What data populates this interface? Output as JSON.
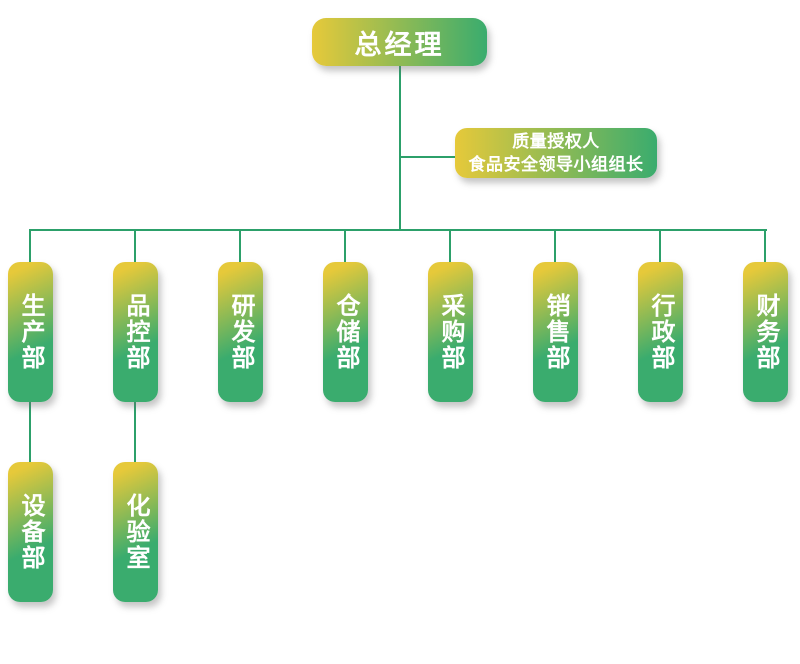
{
  "colors": {
    "line": "#2ca06a",
    "grad_start": "#e6c93a",
    "grad_end": "#3aac6e",
    "text": "#ffffff"
  },
  "org": {
    "root_label": "总经理",
    "advisor_line1": "质量授权人",
    "advisor_line2": "食品安全领导小组组长",
    "departments": [
      {
        "label": "生产部"
      },
      {
        "label": "品控部"
      },
      {
        "label": "研发部"
      },
      {
        "label": "仓储部"
      },
      {
        "label": "采购部"
      },
      {
        "label": "销售部"
      },
      {
        "label": "行政部"
      },
      {
        "label": "财务部"
      }
    ],
    "sub_departments": [
      {
        "label": "设备部",
        "parent": "生产部"
      },
      {
        "label": "化验室",
        "parent": "品控部"
      }
    ]
  }
}
